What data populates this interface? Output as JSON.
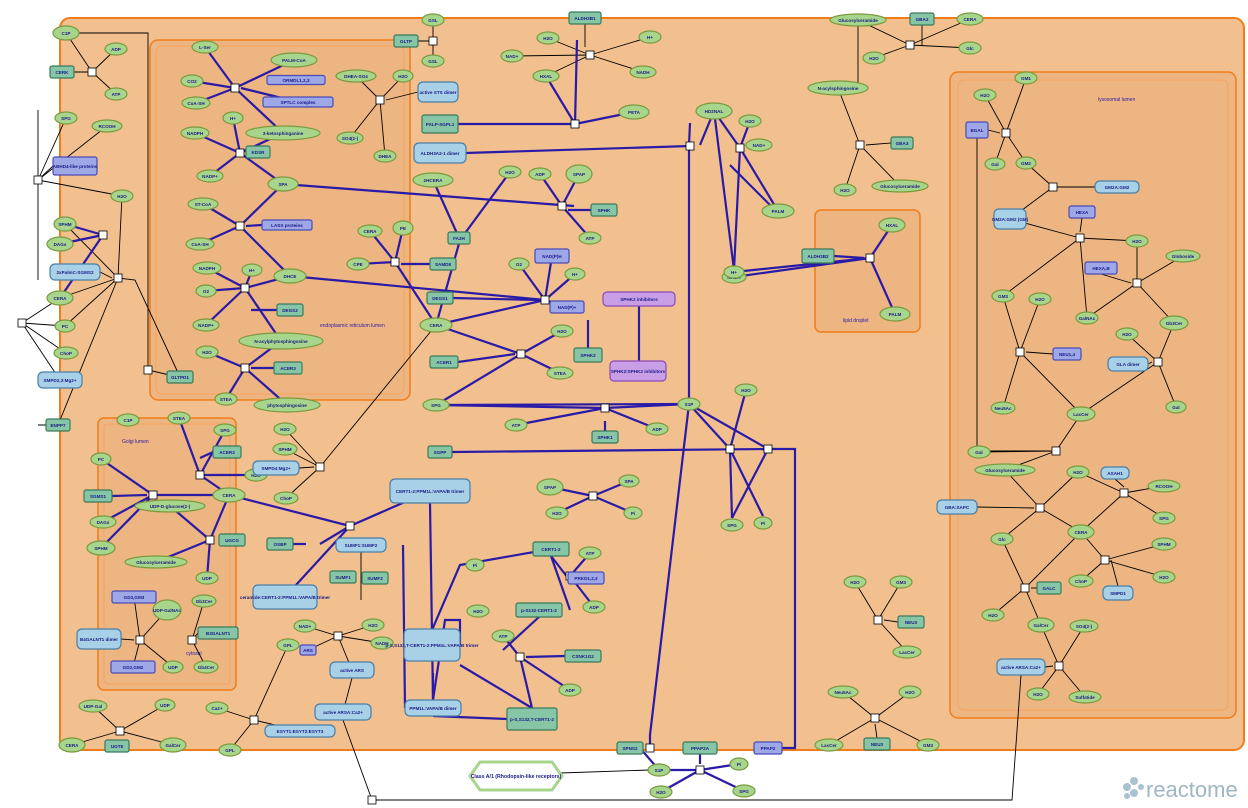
{
  "compartments": {
    "outer": "",
    "er": "endoplasmic reticulum lumen",
    "golgi": "Golgi lumen",
    "cytosol": "cytosol",
    "lipid": "lipid droplet",
    "lyso": "lysosomal lumen"
  },
  "entities": {
    "c1p_top": "C1P",
    "adp1": "ADP",
    "cerk": "CERK",
    "atp1": "ATP",
    "gsl": "GSL",
    "gltp": "GLTP",
    "gsl2": "GSL",
    "aldh3b1": "ALDH3B1",
    "h2o_t": "H2O",
    "nad_t": "NAD+",
    "hplus_t": "H+",
    "hxal": "HXAL",
    "nadh_t": "NADH",
    "glucosylceramide_t": "Glucosylceramide",
    "gba2": "GBA2",
    "cera_t": "CERA",
    "h2o_gba2": "H2O",
    "glc_t": "Glc",
    "lser": "L-Ser",
    "palmcoa": "PALM-CoA",
    "ormdl": "ORMDL1,2,3",
    "co2": "CO2",
    "coash1": "CoA-SH",
    "sptlc": "SPTLC complex",
    "dhea": "DHEA-SO4",
    "h2o_dhea": "H2O",
    "sts": "active STS dimer",
    "so42": "SO4(2-)",
    "dhea2": "DHEA",
    "nadph1": "NADPH",
    "hplus1": "H+",
    "ketosph": "3-ketosphinganine",
    "kdsr": "KDSR",
    "nadp1": "NADP+",
    "spa": "SPA",
    "fa2h_box": "PXLP-SGPL1",
    "aldh3a2": "ALDH3A2-1 dimer",
    "peta": "PETA",
    "hd2nal": "HD2NAL",
    "h2o_hd": "H2O",
    "nad_hd": "NAD+",
    "palm": "PALM",
    "nadh_hd": "NADH",
    "stcoa": "ST-CoA",
    "lass": "LASS proteins",
    "coash2": "CoA-SH",
    "nadph2": "NADPH",
    "hplus2": "H+",
    "dhcer": "DHCE",
    "o2a": "O2",
    "degs2": "DEGS2",
    "nadp2": "NADP+",
    "nacylphyto": "N-acylphytosphingosine",
    "h2o2": "H2O",
    "acer3": "ACER3",
    "stea1": "STEA",
    "phyto": "phytosphingosine",
    "twohcera": "2HCERA",
    "h2o_fa2h": "H2O",
    "adp_spap": "ADP",
    "spap": "SPAP",
    "sphk_box": "SPHK",
    "atp_spap": "ATP",
    "fa2h": "FA2H",
    "cera_p": "CERA",
    "pe": "PE",
    "cpe": "CPE",
    "samd8": "SAMD8",
    "o2b": "O2",
    "nadph_b": "NAD(P)H",
    "hplus_b": "H+",
    "degs1": "DEGS1",
    "nadp_b": "NAD(P)+",
    "sphk2inh": "SPHK2 inhibitors",
    "cera_mid": "CERA",
    "h2o_mid": "H2O",
    "acer1": "ACER1",
    "stea_mid": "STEA",
    "sphk2": "SPHK2",
    "sphk2_complex": "SPHK2:SPHK2 inhibitors",
    "spg_mid": "SPG",
    "atp_mid": "ATP",
    "sphk1": "SPHK1",
    "adp_mid": "ADP",
    "s1p": "S1P",
    "sgpp": "SGPP",
    "spap2": "SPAP",
    "spa2": "SPA",
    "h2o_spap2": "H2O",
    "pi_spap2": "Pi",
    "h2o_s1p": "H2O",
    "spg_s1p": "SPG",
    "pi_s1p": "Pi",
    "c1p_g": "C1P",
    "stea_g": "STEA",
    "spg_g": "SPG",
    "acer2": "ACER2",
    "pc_g": "PC",
    "sgms1": "SGMS1",
    "dag_g": "DAGs",
    "sphm_g": "SPHM",
    "cera_g": "CERA",
    "h2o_g": "H2O",
    "udpglc": "UDP-D-glucose(2-)",
    "ugcg": "UGCG",
    "glccer_g": "Glucosylceramide",
    "udp_g": "UDP",
    "gd3": "GD3,GM3",
    "udpgalnac": "UDP-GalNAc",
    "gb3cer": "Gb3Cer",
    "b4galnt1": "B4GALNT1 dimer",
    "b3galnt1": "B3GALNT1",
    "gd2": "GD2,GM2",
    "udp_g2": "UDP",
    "gb4cer": "Gb4Cer",
    "h2o_sm": "H2O",
    "sphm_sm": "SPHM",
    "smpd4": "SMPD4:Mg2+",
    "chop_sm": "ChoP",
    "cert_trimer": "CERT1-2:PPM1L:VAPA/B trimer",
    "osbp": "OSBP",
    "cer_cert": "ceramide:CERT1-2:PPM1L:VAPA/B trimer",
    "sumf1": "SUMF1:SUMF2",
    "sumf1b": "SUMF1",
    "sumf2": "SUMF2",
    "nad_ars": "NAD+",
    "h2o_ars": "H2O",
    "nadh_ars": "NADH",
    "ars": "ARS",
    "active_ars": "active ARS",
    "arsa": "active ARSA:Ca2+",
    "gpl": "GPL",
    "ca": "Ca2+",
    "gpl2": "GPL",
    "esyt": "ESYT1:ESYT2:ESYT3",
    "cert12": "CERT1-2",
    "atp_c": "ATP",
    "prkd": "PRKD1,2,3",
    "pi_c": "Pi",
    "h2o_c": "H2O",
    "ps132": "p-S132-CERT1-2",
    "adp_c": "ADP",
    "atp_c2": "ATP",
    "csnk": "CSNK1G2",
    "pcert": "p-S,S132,T-CERT1-2:PPM1L:VAPA/B trimer",
    "ppm1l": "PPM1L:VAPA/B dimer",
    "adp_c2": "ADP",
    "p3cert": "p-S,S132,T-CERT1-2",
    "udpgal": "UDP-Gal",
    "udp_u": "UDP",
    "cera_u": "CERA",
    "ugt8": "UGT8",
    "galcer_u": "GalCer",
    "sphm_l": "SPHM",
    "dags_l": "DAGs",
    "cera_l": "CERA",
    "pc_l": "PC",
    "chop_l": "ChoP",
    "smpd23": "SMPD2,3:Mg2+",
    "enpp7": "ENPP7",
    "spg_l": "SPG",
    "rcooh_l": "RCOOH",
    "abhd": "ABHD4-like proteins",
    "h2o_l": "H2O",
    "sgms2": "2xPalmC-SGMS2",
    "gltpd1": "GLTPD1",
    "nacylsph": "N-acylsphingosine",
    "gba3": "GBA3",
    "h2o_gba3": "H2O",
    "glucosylcer3": "Glucosylceramide",
    "hxal_ld": "HXAL",
    "aldh3b2": "ALDH3B2",
    "hplus_ld": "H+",
    "nadh_ld": "NADH",
    "palm_ld": "PALM",
    "gm1": "GM1",
    "h2o_gm1": "H2O",
    "bgal": "BGAL",
    "gal1": "Gal",
    "gm2": "GM2",
    "gm2a": "GM2A:GM2",
    "gm2a2": "GM2A:GM2 (GM)",
    "hexa": "HEXA",
    "h2o_hexa": "H2O",
    "hexab": "HEXA,B",
    "globoside": "Globoside",
    "galnac": "GalNAc",
    "gm3": "GM3",
    "h2o_gm3": "H2O",
    "neu1": "NEU1,4",
    "h2o_gb3": "H2O",
    "gb3cer2": "Gb3Cer",
    "neuac": "Neu5Ac",
    "gla": "GLA dimer",
    "laccer": "LacCer",
    "gal2": "Gal",
    "gal3": "Gal",
    "glccer_lyso": "Glucosylceramide",
    "h2o_as": "H2O",
    "asah1": "ASAH1",
    "rcooh_r": "RCOOH",
    "spg_r": "SPG",
    "gba_sapc": "GBA:SAPC",
    "glc_r": "Glc",
    "cera_r": "CERA",
    "sphm_r": "SPHM",
    "chop_r": "ChoP",
    "h2o_r": "H2O",
    "smpd1": "SMPD1",
    "galc": "GALC",
    "h2o_galc": "H2O",
    "galcer_r": "GalCer",
    "so42_r": "SO4(2-)",
    "arsa_r": "active ARSA:Ca2+",
    "h2o_arsa": "H2O",
    "sulfatide": "Sulfatide",
    "h2o_neu3": "H2O",
    "gm3_c": "GM3",
    "neu3": "NEU3",
    "laccer_c": "LacCer",
    "neuac_c": "Neu5Ac",
    "h2o_neu3b": "H2O",
    "laccer_c2": "LacCer",
    "neu3b": "NEU3",
    "gm3_c2": "GM3",
    "sgpl": "SPNS2",
    "s1p_out": "S1P",
    "ppap2a": "PPAP2A",
    "ppap2": "PPAP2",
    "h2o_out": "H2O",
    "spg_out": "SPG",
    "pi_out": "Pi",
    "gpcr": "Class A/1 (Rhodopsin-like receptors)"
  },
  "legend": {
    "logo_text": "reactome"
  },
  "colors": {
    "compartment_fill": "#f2c08e",
    "compartment_border": "#f07c1a",
    "entity_fill": "#a8d58c",
    "entity_border": "#7a9a3c",
    "complex_fill": "#a8d0e6",
    "complex_border": "#4a7fa8",
    "protein_fill": "#86c5a6",
    "set_fill": "#9fa8e6",
    "reaction_line": "#2a1aa8",
    "black_line": "#000000",
    "drug_fill": "#c89ee6"
  }
}
